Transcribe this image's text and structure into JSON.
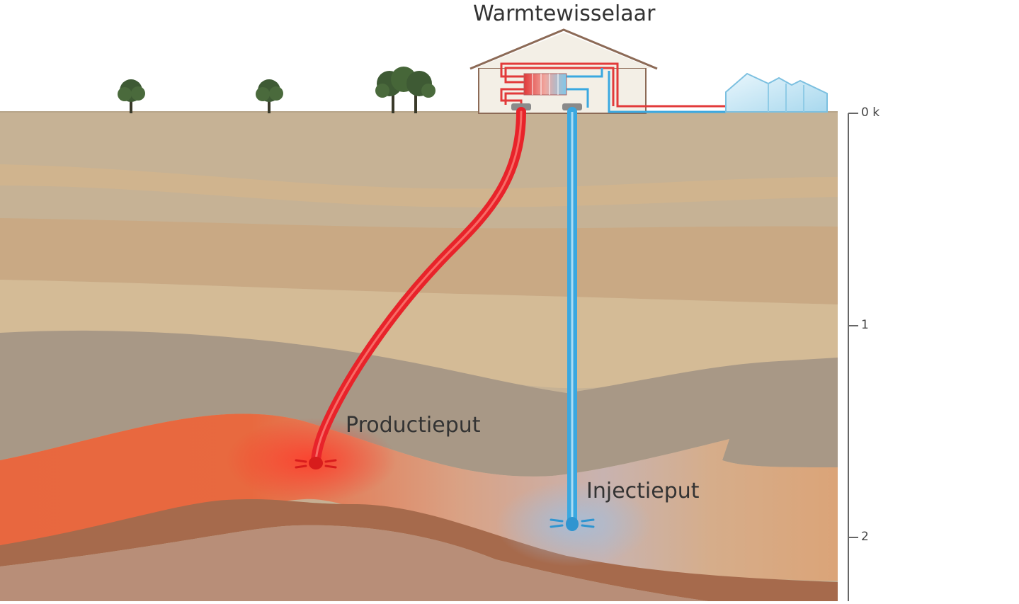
{
  "labels": {
    "heat_exchanger": "Warmtewisselaar",
    "production_well": "Productieput",
    "injection_well": "Injectieput"
  },
  "depth_axis": {
    "ticks": [
      "0 k",
      "1",
      "2"
    ]
  },
  "colors": {
    "hot_water": "#e8232a",
    "cold_water": "#3aa8e0",
    "surface_soil": "#c9b89c",
    "hot_reservoir": "#e66a45"
  }
}
